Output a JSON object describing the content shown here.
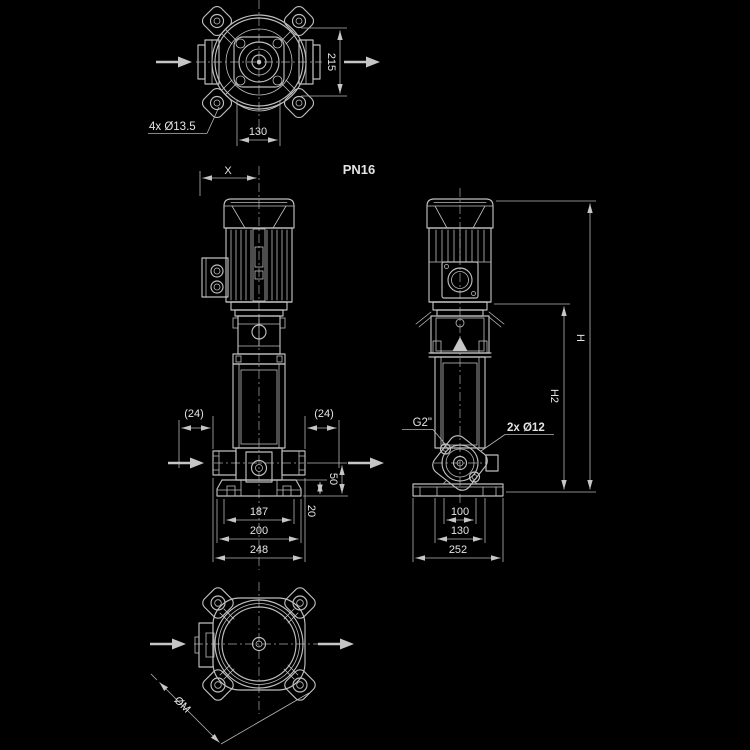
{
  "meta": {
    "pressure_rating": "PN16"
  },
  "colors": {
    "background": "#000000",
    "line": "#bfbfbf",
    "text": "#e4e4e4"
  },
  "top_view": {
    "dim_flange_height": "215",
    "dim_port_width": "130",
    "bolt_callout": "4x Ø13.5"
  },
  "front_view": {
    "dim_motor_width": "X",
    "dim_port_left": "(24)",
    "dim_port_right": "(24)",
    "dim_port_height": "50",
    "dim_base_thickness": "20",
    "dim_base_width_1": "187",
    "dim_base_width_2": "200",
    "dim_overall_width": "248"
  },
  "side_view": {
    "thread_callout": "G2\"",
    "bolt_callout": "2x Ø12",
    "dim_overall_height": "H",
    "dim_pump_height": "H2",
    "dim_base_depth_1": "100",
    "dim_base_depth_2": "130",
    "dim_overall_depth": "252"
  },
  "bottom_view": {
    "dim_diameter": "ØM"
  }
}
